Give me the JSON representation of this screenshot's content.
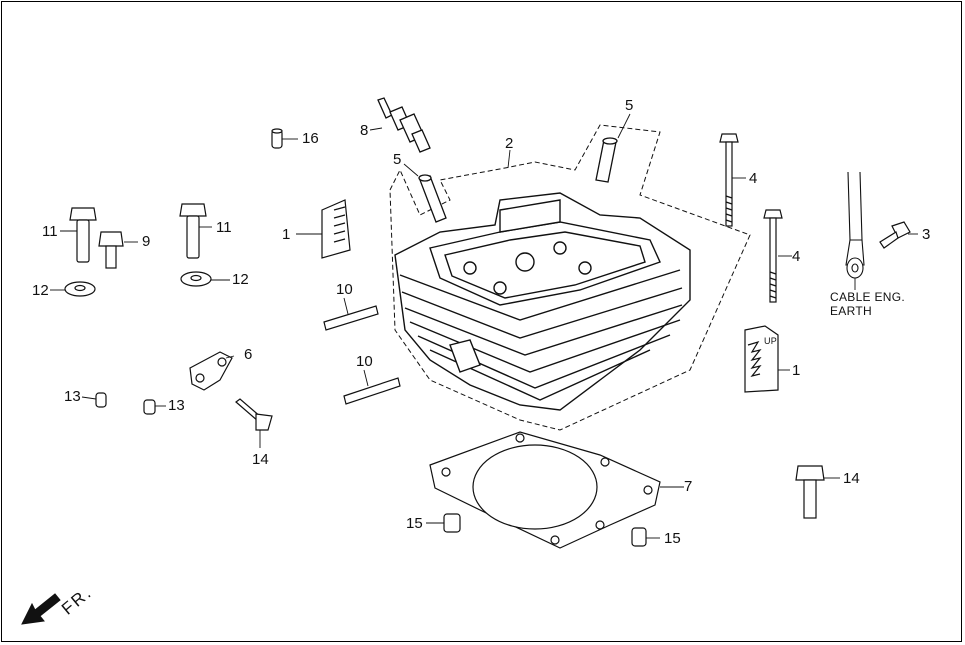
{
  "diagram": {
    "callouts": {
      "c1a": "1",
      "c1b": "1",
      "c2": "2",
      "c3": "3",
      "c4a": "4",
      "c4b": "4",
      "c5a": "5",
      "c5b": "5",
      "c6": "6",
      "c7": "7",
      "c8": "8",
      "c9": "9",
      "c10a": "10",
      "c10b": "10",
      "c11a": "11",
      "c11b": "11",
      "c12a": "12",
      "c12b": "12",
      "c13a": "13",
      "c13b": "13",
      "c14a": "14",
      "c14b": "14",
      "c15a": "15",
      "c15b": "15",
      "c16": "16"
    },
    "cable_note_line1": "CABLE ENG.",
    "cable_note_line2": "EARTH",
    "front_label": "FR.",
    "up_mark": "UP",
    "colors": {
      "line": "#111111",
      "fill": "#ffffff",
      "shade": "#d8d8d8"
    }
  }
}
